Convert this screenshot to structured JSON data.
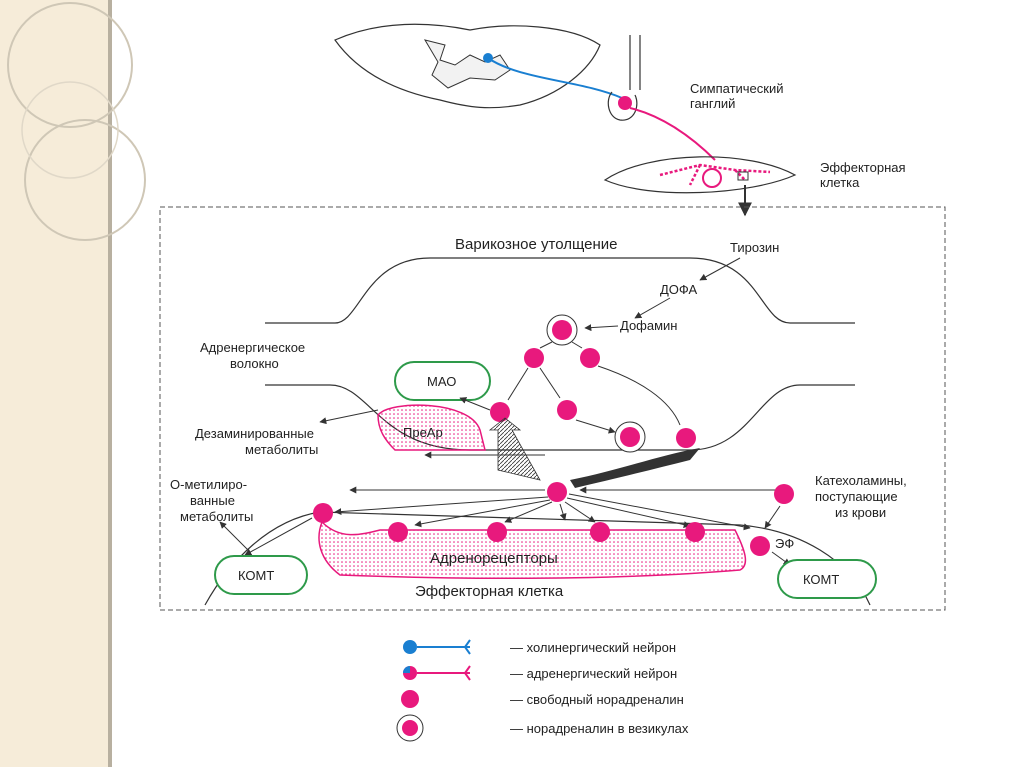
{
  "diagram": {
    "labels": {
      "sympathetic_ganglion": [
        "Симпатический",
        "ганглий"
      ],
      "effector_cell_top": [
        "Эффекторная",
        "клетка"
      ],
      "varicose": "Варикозное утолщение",
      "tyrosine": "Тирозин",
      "dopa": "ДОФА",
      "dopamine": "Дофамин",
      "adrenergic_fiber": [
        "Адренергическое",
        "волокно"
      ],
      "mao": "МАО",
      "prear": "ПреАр",
      "deaminated": [
        "Дезаминированные",
        "метаболиты"
      ],
      "methylated": [
        "О-метилиро-",
        "ванные",
        "метаболиты"
      ],
      "catecholamines": [
        "Катехоламины,",
        "поступающие",
        "из крови"
      ],
      "comt_left": "КОМТ",
      "comt_right": "КОМТ",
      "adrenoreceptors": "Адренорецепторы",
      "ef": "ЭФ",
      "effector_cell_bottom": "Эффекторная клетка"
    },
    "legend": [
      {
        "text": "— холинергический нейрон",
        "symbol": "cholinergic"
      },
      {
        "text": "— адренергический нейрон",
        "symbol": "adrenergic"
      },
      {
        "text": "— свободный норадреналин",
        "symbol": "free"
      },
      {
        "text": "— норадреналин в везикулах",
        "symbol": "vesicle"
      }
    ],
    "colors": {
      "pink": "#e8197d",
      "blue": "#1a7fd1",
      "green": "#2e9a4a",
      "line": "#333333"
    }
  }
}
